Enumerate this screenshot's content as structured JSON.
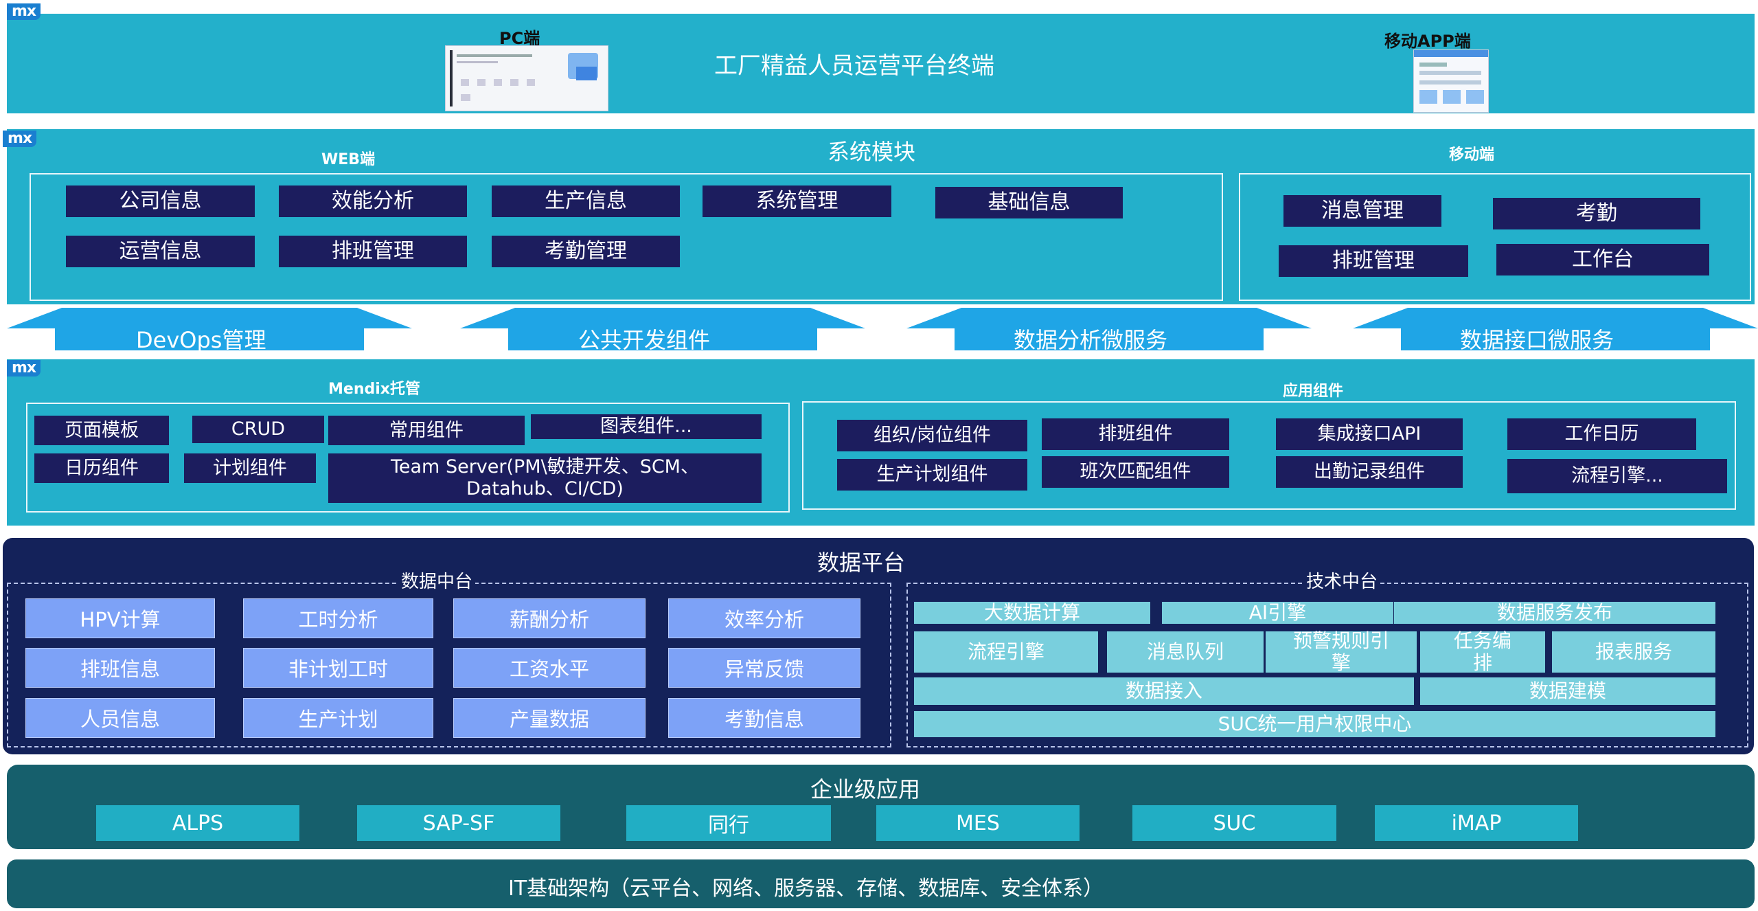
{
  "badge": "mx",
  "top": {
    "pc_label": "PC端",
    "title": "工厂精益人员运营平台终端",
    "mobile_label": "移动APP端"
  },
  "modules": {
    "title": "系统模块",
    "web_label": "WEB端",
    "mobile_label": "移动端",
    "web_items": [
      "公司信息",
      "效能分析",
      "生产信息",
      "系统管理",
      "基础信息",
      "运营信息",
      "排班管理",
      "考勤管理"
    ],
    "mobile_items": [
      "消息管理",
      "考勤",
      "排班管理",
      "工作台"
    ]
  },
  "arrows": [
    "DevOps管理",
    "公共开发组件",
    "数据分析微服务",
    "数据接口微服务"
  ],
  "mendix": {
    "label": "Mendix托管",
    "app_label": "应用组件",
    "left_items": [
      "页面模板",
      "CRUD",
      "常用组件",
      "图表组件...",
      "日历组件",
      "计划组件",
      "Team Server(PM\\敏捷开发、SCM、Datahub、CI/CD)"
    ],
    "right_items": [
      "组织/岗位组件",
      "排班组件",
      "集成接口API",
      "工作日历",
      "生产计划组件",
      "班次匹配组件",
      "出勤记录组件",
      "流程引擎..."
    ]
  },
  "data_platform": {
    "title": "数据平台",
    "data_center_label": "数据中台",
    "tech_center_label": "技术中台",
    "data_items": [
      "HPV计算",
      "工时分析",
      "薪酬分析",
      "效率分析",
      "排班信息",
      "非计划工时",
      "工资水平",
      "异常反馈",
      "人员信息",
      "生产计划",
      "产量数据",
      "考勤信息"
    ],
    "tech_items": [
      "大数据计算",
      "AI引擎",
      "数据服务发布",
      "流程引擎",
      "消息队列",
      "预警规则引擎",
      "任务编排",
      "报表服务",
      "数据接入",
      "数据建模",
      "SUC统一用户权限中心"
    ]
  },
  "enterprise": {
    "title": "企业级应用",
    "items": [
      "ALPS",
      "SAP-SF",
      "同行",
      "MES",
      "SUC",
      "iMAP"
    ]
  },
  "infra": {
    "title": "IT基础架构（云平台、网络、服务器、存储、数据库、安全体系）"
  }
}
